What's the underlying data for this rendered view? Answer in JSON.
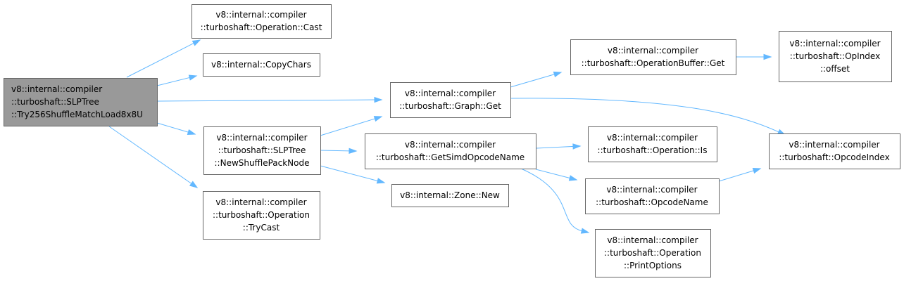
{
  "graph": {
    "colors": {
      "edge": "#63b8ff",
      "root_fill": "#999999",
      "node_border": "#666666"
    },
    "nodes": [
      {
        "id": "root",
        "lines": [
          "v8::internal::compiler",
          "::turboshaft::SLPTree",
          "::Try256ShuffleMatchLoad8x8U"
        ],
        "root": true
      },
      {
        "id": "cast",
        "lines": [
          "v8::internal::compiler",
          "::turboshaft::Operation::Cast"
        ]
      },
      {
        "id": "copychars",
        "lines": [
          "v8::internal::CopyChars"
        ]
      },
      {
        "id": "newshuffle",
        "lines": [
          "v8::internal::compiler",
          "::turboshaft::SLPTree",
          "::NewShufflePackNode"
        ]
      },
      {
        "id": "trycast",
        "lines": [
          "v8::internal::compiler",
          "::turboshaft::Operation",
          "::TryCast"
        ]
      },
      {
        "id": "graphget",
        "lines": [
          "v8::internal::compiler",
          "::turboshaft::Graph::Get"
        ]
      },
      {
        "id": "simdname",
        "lines": [
          "v8::internal::compiler",
          "::turboshaft::GetSimdOpcodeName"
        ]
      },
      {
        "id": "zonenew",
        "lines": [
          "v8::internal::Zone::New"
        ]
      },
      {
        "id": "bufget",
        "lines": [
          "v8::internal::compiler",
          "::turboshaft::OperationBuffer::Get"
        ]
      },
      {
        "id": "opis",
        "lines": [
          "v8::internal::compiler",
          "::turboshaft::Operation::Is"
        ]
      },
      {
        "id": "opcodename",
        "lines": [
          "v8::internal::compiler",
          "::turboshaft::OpcodeName"
        ]
      },
      {
        "id": "printopts",
        "lines": [
          "v8::internal::compiler",
          "::turboshaft::Operation",
          "::PrintOptions"
        ]
      },
      {
        "id": "opindex",
        "lines": [
          "v8::internal::compiler",
          "::turboshaft::OpIndex",
          "::offset"
        ]
      },
      {
        "id": "opcodeindex",
        "lines": [
          "v8::internal::compiler",
          "::turboshaft::OpcodeIndex"
        ]
      }
    ],
    "edges": [
      {
        "from": "root",
        "to": "cast"
      },
      {
        "from": "root",
        "to": "copychars"
      },
      {
        "from": "root",
        "to": "graphget"
      },
      {
        "from": "root",
        "to": "newshuffle"
      },
      {
        "from": "root",
        "to": "trycast"
      },
      {
        "from": "newshuffle",
        "to": "graphget"
      },
      {
        "from": "newshuffle",
        "to": "simdname"
      },
      {
        "from": "newshuffle",
        "to": "zonenew"
      },
      {
        "from": "graphget",
        "to": "bufget"
      },
      {
        "from": "graphget",
        "to": "opcodeindex"
      },
      {
        "from": "bufget",
        "to": "opindex"
      },
      {
        "from": "simdname",
        "to": "opis"
      },
      {
        "from": "simdname",
        "to": "opcodename"
      },
      {
        "from": "simdname",
        "to": "printopts"
      },
      {
        "from": "opcodename",
        "to": "opcodeindex"
      }
    ]
  }
}
